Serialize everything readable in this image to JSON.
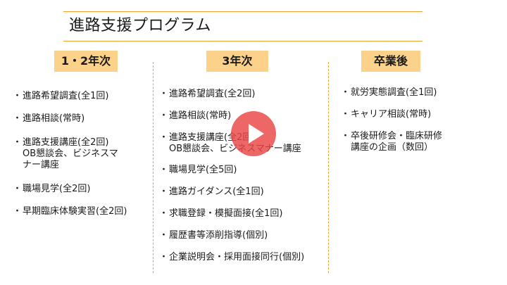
{
  "title": "進路支援プログラム",
  "columns": [
    {
      "heading": "1・2年次",
      "items": [
        {
          "text": "進路希望調査(全1回)"
        },
        {
          "text": "進路相談(常時)"
        },
        {
          "text": "進路支援講座(全2回)",
          "sub": [
            "OB懇談会、ビジネスマ",
            "ナー講座"
          ]
        },
        {
          "text": "職場見学(全2回)"
        },
        {
          "text": "早期臨床体験実習(全2回)"
        }
      ]
    },
    {
      "heading": "3年次",
      "items": [
        {
          "text": "進路希望調査(全2回)"
        },
        {
          "text": "進路相談(常時)"
        },
        {
          "text": "進路支援講座(全2回)",
          "sub": [
            "OB懇談会、ビジネスマナー講座"
          ]
        },
        {
          "text": "職場見学(全5回)"
        },
        {
          "text": "進路ガイダンス(全1回)"
        },
        {
          "text": "求職登録・模擬面接(全1回)"
        },
        {
          "text": "履歴書等添削指導(個別)"
        },
        {
          "text": "企業説明会・採用面接同行(個別)"
        }
      ]
    },
    {
      "heading": "卒業後",
      "items": [
        {
          "text": "就労実態調査(全1回)"
        },
        {
          "text": "キャリア相談(常時)"
        },
        {
          "text": "卒後研修会・臨床研修",
          "sub": [
            "講座の企画（数回）"
          ]
        }
      ]
    }
  ],
  "icons": {
    "play": "play-icon"
  },
  "colors": {
    "accent_line": "#f0a030",
    "heading_bg": "#fcd28a",
    "play_button": "#ea4646"
  }
}
